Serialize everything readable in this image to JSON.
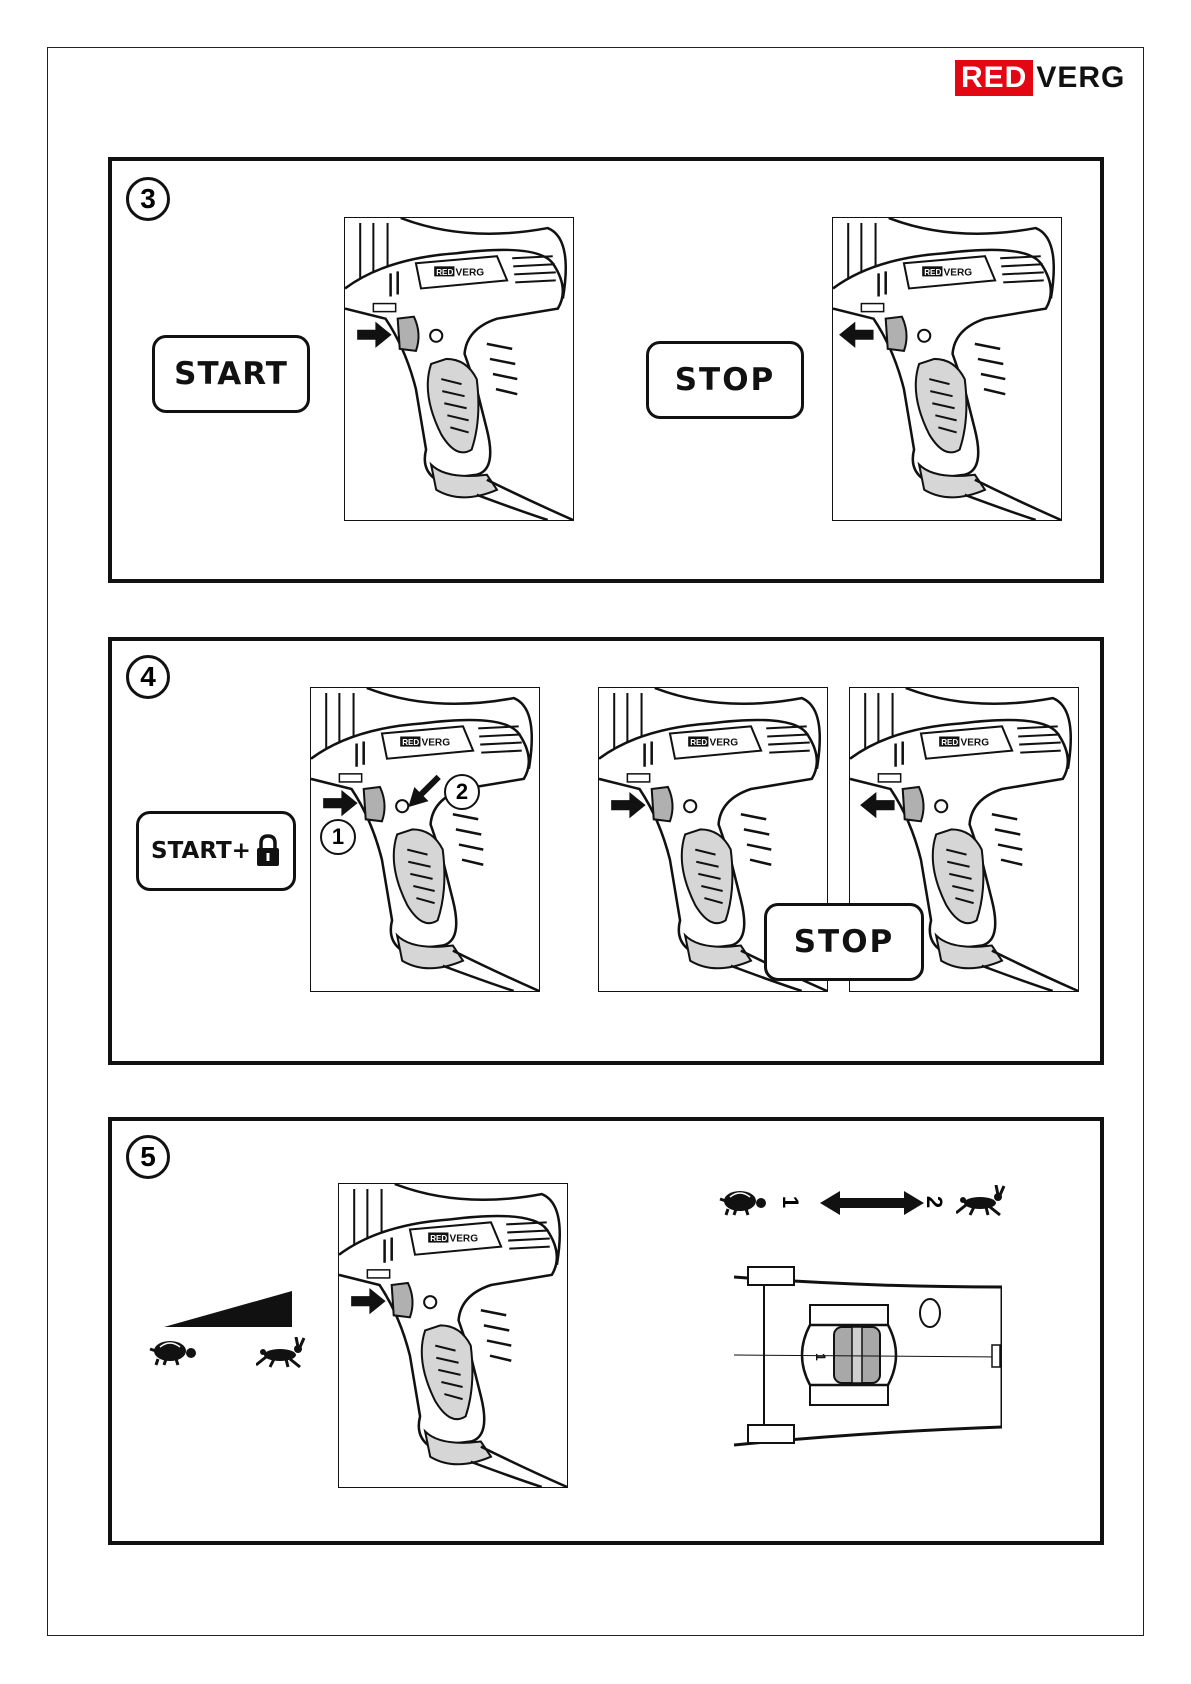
{
  "brand": {
    "part1": "RED",
    "part2": "VERG",
    "red_color": "#e30613"
  },
  "figure_brand": {
    "part1": "RED",
    "part2": "VERG"
  },
  "panel3": {
    "number": "3",
    "start_label": "START",
    "stop_label": "STOP"
  },
  "panel4": {
    "number": "4",
    "start_lock_label": "START+",
    "lock_icon": "padlock-icon",
    "callout_1": "1",
    "callout_2": "2",
    "stop_label": "STOP"
  },
  "panel5": {
    "number": "5",
    "slow_icon": "turtle-icon",
    "fast_icon": "hare-icon",
    "speed_1": "1",
    "speed_2": "2",
    "switch_mark": "1"
  },
  "colors": {
    "ink": "#111111",
    "trigger": "#b0b0b0",
    "grip": "#d0d0d0"
  }
}
